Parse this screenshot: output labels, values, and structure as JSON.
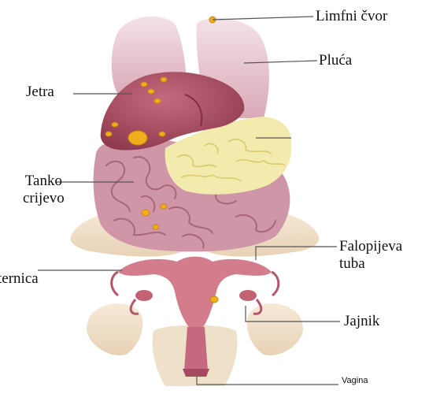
{
  "labels": {
    "lymph_node": "Limfni čvor",
    "lungs": "Pluća",
    "liver": "Jetra",
    "small_intestine_line1": "Tanko",
    "small_intestine_line2": "crijevo",
    "uterus": "ternica",
    "fallopian_line1": "Falopijeva",
    "fallopian_line2": "tuba",
    "ovary": "Jajnik",
    "vagina": "Vagina"
  },
  "colors": {
    "lungs": "#e7c6cf",
    "liver": "#b4566a",
    "liver_dark": "#8f3a4e",
    "intestine": "#cf96a8",
    "intestine_line": "#a96579",
    "omentum": "#f3eaad",
    "omentum_line": "#d9ca6c",
    "pelvis": "#f0dfc8",
    "uterus": "#d27c8c",
    "uterus_dark": "#b6546a",
    "spots": "#f0ae1c",
    "spots_edge": "#c98312",
    "leader_line": "#555555"
  }
}
